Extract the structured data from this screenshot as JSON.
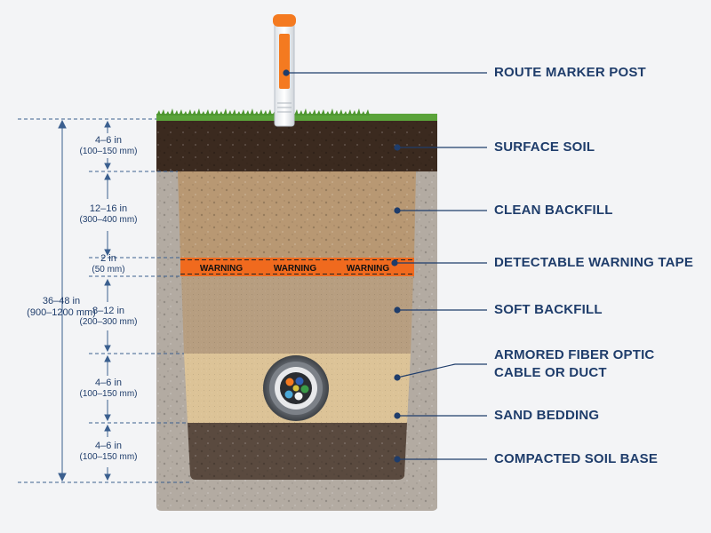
{
  "layers": [
    {
      "key": "surface",
      "label": "SURFACE SOIL",
      "depth_in": "4–6 in",
      "depth_mm": "(100–150 mm)"
    },
    {
      "key": "clean",
      "label": "CLEAN BACKFILL",
      "depth_in": "12–16 in",
      "depth_mm": "(300–400 mm)"
    },
    {
      "key": "tape",
      "label": "DETECTABLE WARNING TAPE",
      "depth_in": "2 in",
      "depth_mm": "(50 mm)"
    },
    {
      "key": "soft",
      "label": "SOFT BACKFILL",
      "depth_in": "8–12 in",
      "depth_mm": "(200–300 mm)"
    },
    {
      "key": "cable",
      "label_line1": "ARMORED FIBER OPTIC",
      "label_line2": "CABLE OR DUCT",
      "depth_in": "4–6 in",
      "depth_mm": "(100–150 mm)"
    },
    {
      "key": "sand",
      "label": "SAND BEDDING"
    },
    {
      "key": "base",
      "label": "COMPACTED SOIL BASE",
      "depth_in": "4–6 in",
      "depth_mm": "(100–150 mm)"
    }
  ],
  "marker": {
    "label": "ROUTE MARKER POST"
  },
  "total": {
    "depth_in": "36–48 in",
    "depth_mm": "(900–1200 mm)"
  },
  "tape": {
    "text": [
      "WARNING",
      "WARNING",
      "WARNING"
    ],
    "color": "#f06a1e"
  },
  "colors": {
    "label_text": "#1f3d6b",
    "dimension_line": "#3b5f8f",
    "marker_orange": "#f47a20",
    "grass": "#5aa33a",
    "surface_soil": "#3b2a1f",
    "clean_backfill": "#b89873",
    "soft_backfill": "#b79e80",
    "sand_bedding": "#dcc397",
    "compacted_base": "#5a4a3f",
    "native_soil": "#b3aba2"
  }
}
